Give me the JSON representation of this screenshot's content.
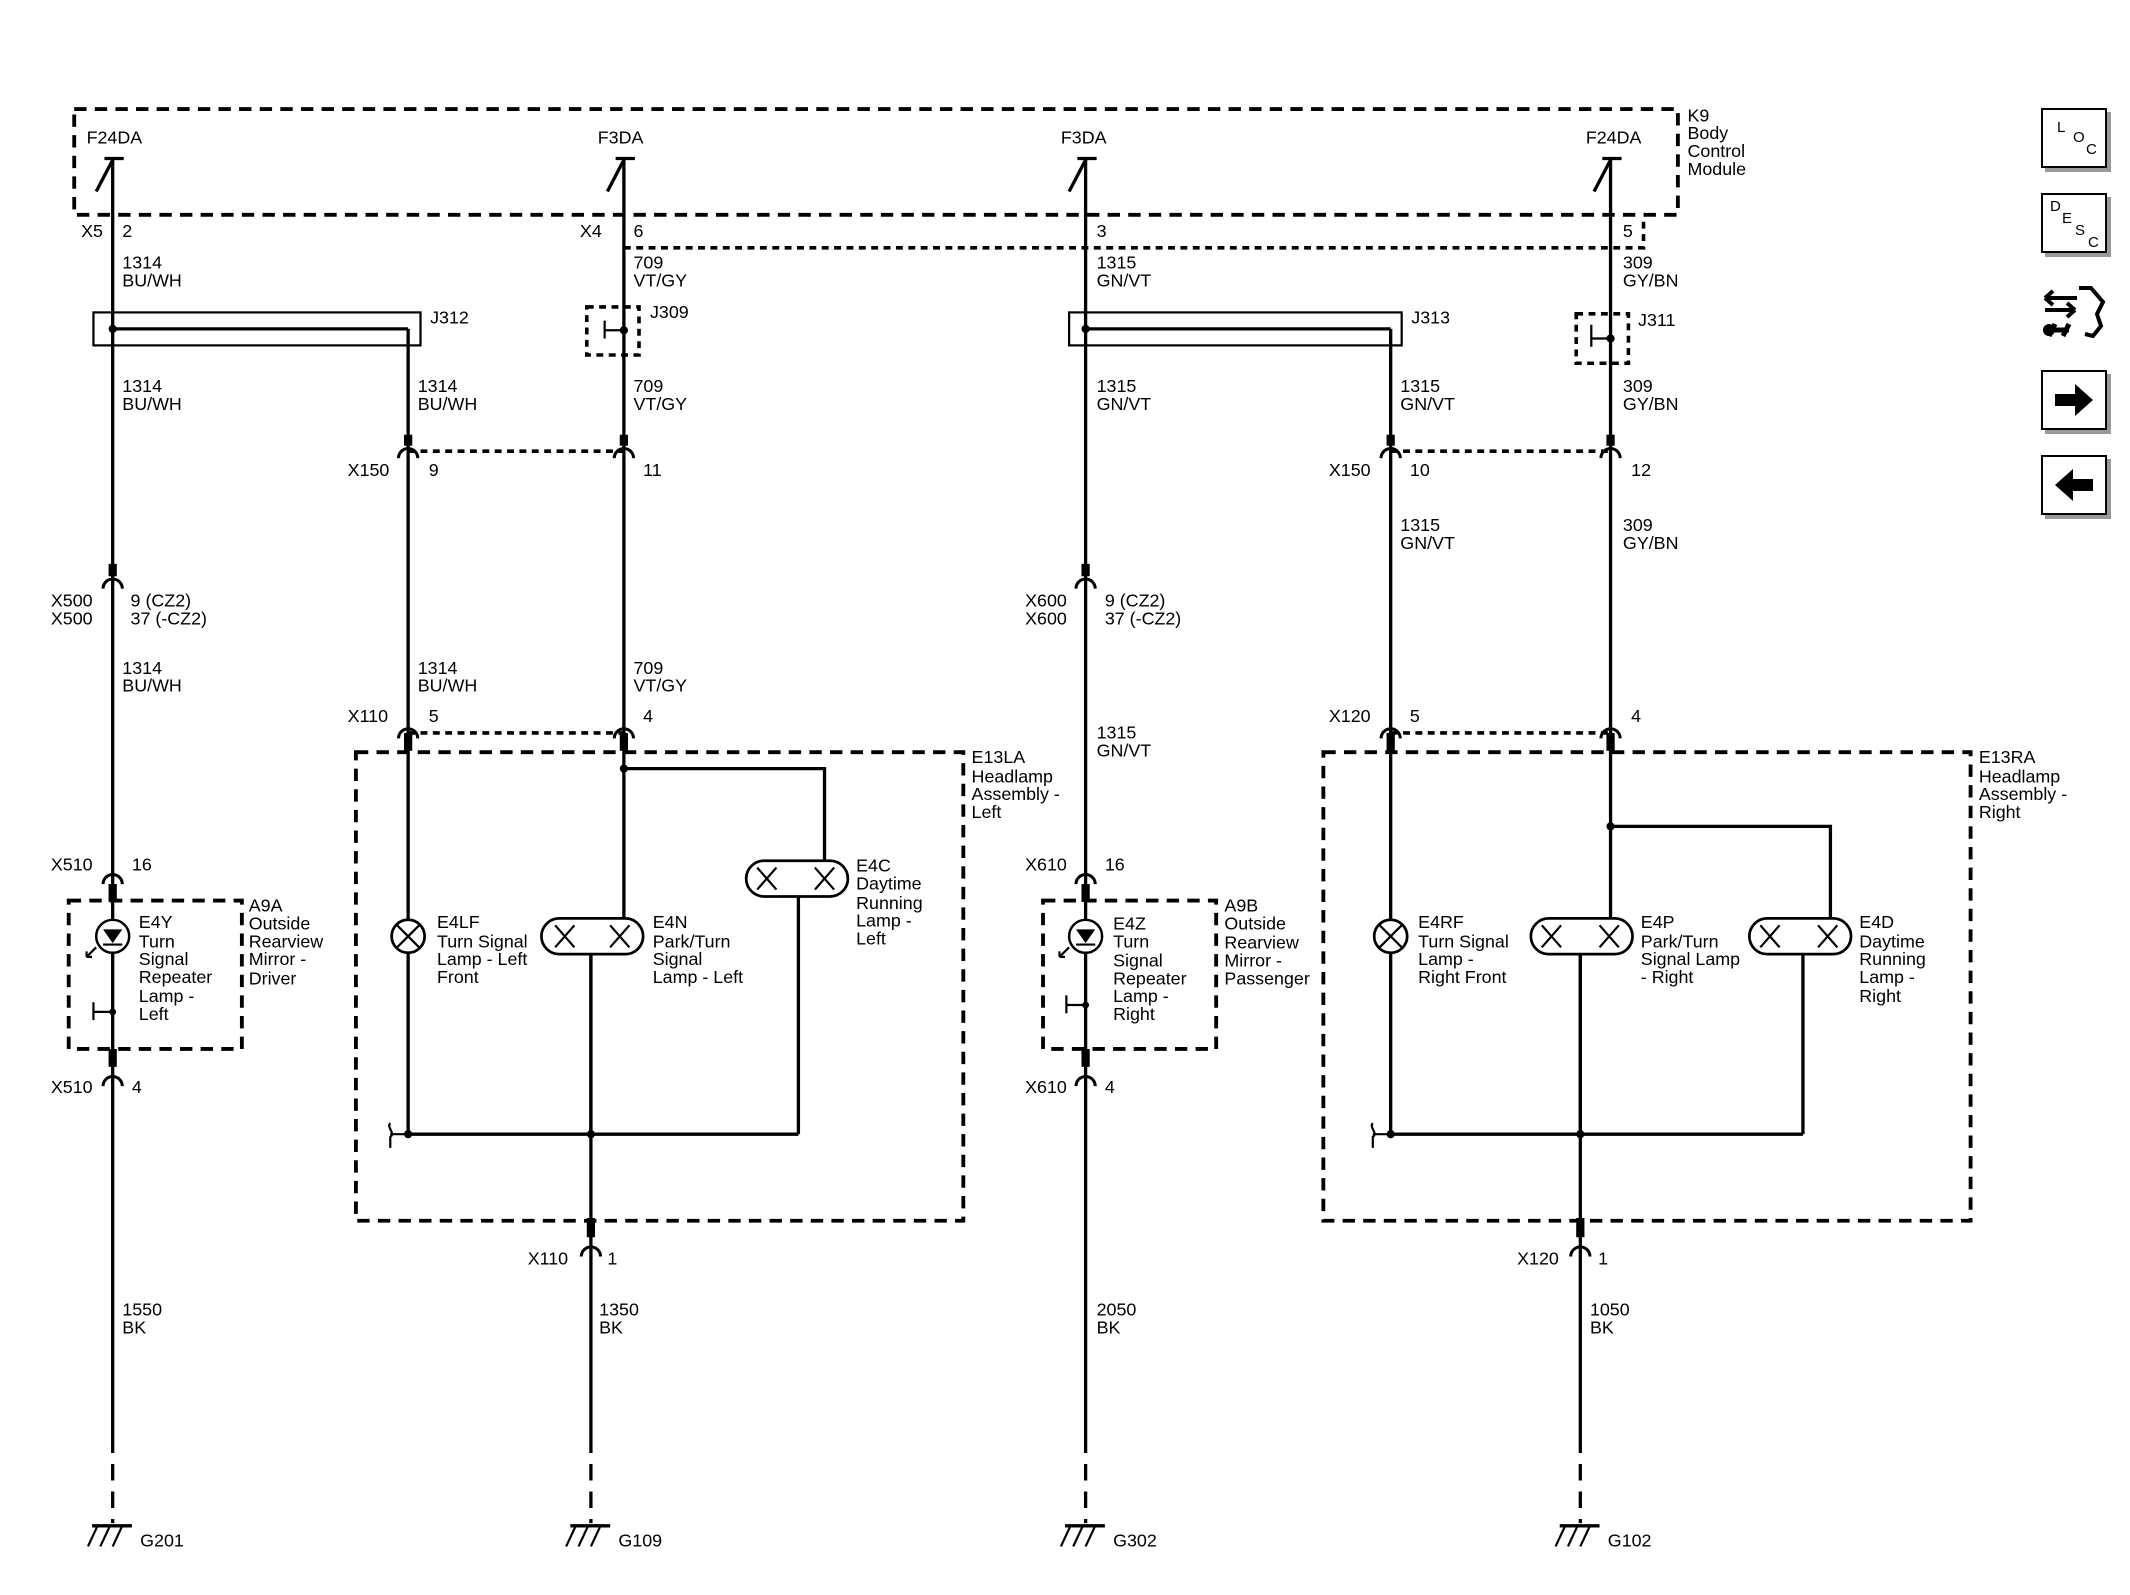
{
  "module": {
    "id": "K9",
    "name_lines": [
      "Body",
      "Control",
      "Module"
    ],
    "pins": [
      {
        "fuse": "F24DA",
        "connector": "X5",
        "pin": "2"
      },
      {
        "fuse": "F3DA",
        "connector": "X4",
        "pin": "6"
      },
      {
        "fuse": "F3DA",
        "connector": "",
        "pin": "3"
      },
      {
        "fuse": "F24DA",
        "connector": "",
        "pin": "5"
      }
    ]
  },
  "wires": [
    {
      "circuit": "1314",
      "color": "BU/WH"
    },
    {
      "circuit": "709",
      "color": "VT/GY"
    },
    {
      "circuit": "1315",
      "color": "GN/VT"
    },
    {
      "circuit": "309",
      "color": "GY/BN"
    },
    {
      "circuit": "1550",
      "color": "BK"
    },
    {
      "circuit": "1350",
      "color": "BK"
    },
    {
      "circuit": "2050",
      "color": "BK"
    },
    {
      "circuit": "1050",
      "color": "BK"
    }
  ],
  "splices": [
    "J312",
    "J309",
    "J313",
    "J311"
  ],
  "connectors": {
    "x150": "X150",
    "x500": "X500",
    "x600": "X600",
    "x110": "X110",
    "x120": "X120",
    "x510": "X510",
    "x610": "X610"
  },
  "pins": {
    "x150_a": "9",
    "x150_b": "11",
    "x150_c": "10",
    "x150_d": "12",
    "x500_a": "9 (CZ2)",
    "x500_b": "37 (-CZ2)",
    "x600_a": "9 (CZ2)",
    "x600_b": "37 (-CZ2)",
    "x110_a": "5",
    "x110_b": "4",
    "x120_a": "5",
    "x120_b": "4",
    "x510_top": "16",
    "x510_bot": "4",
    "x610_top": "16",
    "x610_bot": "4",
    "x110_gnd": "1",
    "x120_gnd": "1"
  },
  "assemblies": {
    "left": {
      "id": "E13LA",
      "name_lines": [
        "Headlamp",
        "Assembly -",
        "Left"
      ]
    },
    "right": {
      "id": "E13RA",
      "name_lines": [
        "Headlamp",
        "Assembly -",
        "Right"
      ]
    },
    "mirror_left": {
      "id": "A9A",
      "name_lines": [
        "Outside",
        "Rearview",
        "Mirror -",
        "Driver"
      ]
    },
    "mirror_right": {
      "id": "A9B",
      "name_lines": [
        "Outside",
        "Rearview",
        "Mirror -",
        "Passenger"
      ]
    }
  },
  "lamps": {
    "e4y": {
      "id": "E4Y",
      "name_lines": [
        "Turn",
        "Signal",
        "Repeater",
        "Lamp -",
        "Left"
      ]
    },
    "e4z": {
      "id": "E4Z",
      "name_lines": [
        "Turn",
        "Signal",
        "Repeater",
        "Lamp -",
        "Right"
      ]
    },
    "e4lf": {
      "id": "E4LF",
      "name_lines": [
        "Turn Signal",
        "Lamp - Left",
        "Front"
      ]
    },
    "e4n": {
      "id": "E4N",
      "name_lines": [
        "Park/Turn",
        "Signal",
        "Lamp - Left"
      ]
    },
    "e4c": {
      "id": "E4C",
      "name_lines": [
        "Daytime",
        "Running",
        "Lamp -",
        "Left"
      ]
    },
    "e4rf": {
      "id": "E4RF",
      "name_lines": [
        "Turn Signal",
        "Lamp -",
        "Right Front"
      ]
    },
    "e4p": {
      "id": "E4P",
      "name_lines": [
        "Park/Turn",
        "Signal Lamp",
        "- Right"
      ]
    },
    "e4d": {
      "id": "E4D",
      "name_lines": [
        "Daytime",
        "Running",
        "Lamp -",
        "Right"
      ]
    }
  },
  "grounds": [
    "G201",
    "G109",
    "G302",
    "G102"
  ],
  "nav": {
    "loc_label": [
      "L",
      "O",
      "C"
    ],
    "desc_label": [
      "D",
      "E",
      "S",
      "C"
    ],
    "icons": [
      "loc-icon",
      "desc-icon",
      "connector-wrench-icon",
      "arrow-right-icon",
      "arrow-left-icon"
    ]
  }
}
